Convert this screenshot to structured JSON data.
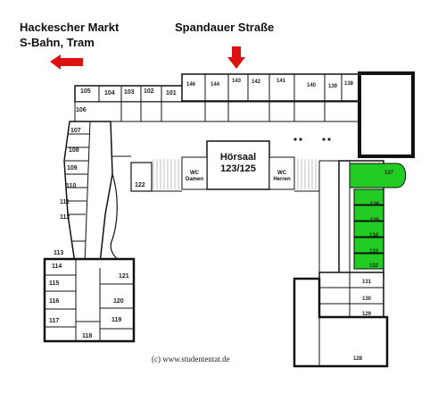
{
  "labels": {
    "hackescher_line1": "Hackescher Markt",
    "hackescher_line2": "S-Bahn, Tram",
    "spandauer": "Spandauer Straße",
    "hoersaal_line1": "Hörsaal",
    "hoersaal_line2": "123/125",
    "wc_damen_1": "WC",
    "wc_damen_2": "Damen",
    "wc_herren_1": "WC",
    "wc_herren_2": "Herren",
    "credit": "(c) www.studententat.de"
  },
  "rooms": {
    "r105": "105",
    "r104": "104",
    "r103": "103",
    "r102": "102",
    "r101": "101",
    "r146": "146",
    "r144": "144",
    "r143": "143",
    "r142": "142",
    "r141": "141",
    "r140": "140",
    "r139": "139",
    "r138": "138",
    "r106": "106",
    "r107": "107",
    "r108": "108",
    "r109": "109",
    "r110": "110",
    "r111": "111",
    "r112": "112",
    "r113": "113",
    "r114": "114",
    "r115": "115",
    "r116": "116",
    "r117": "117",
    "r118": "118",
    "r119": "119",
    "r120": "120",
    "r121": "121",
    "r122": "122",
    "r137": "137",
    "r136": "136",
    "r135": "135",
    "r134": "134",
    "r133": "133",
    "r132": "132",
    "r131": "131",
    "r130": "130",
    "r129": "129",
    "r128": "128"
  },
  "colors": {
    "highlight": "#22cc22",
    "arrow": "#dd1111",
    "wall": "#111111"
  }
}
